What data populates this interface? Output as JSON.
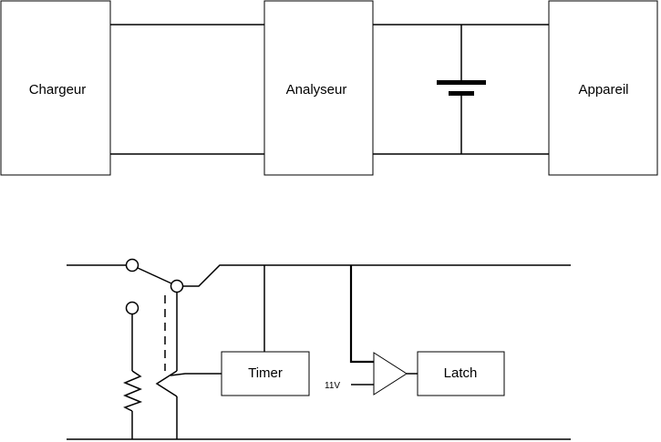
{
  "top_diagram": {
    "charger_label": "Chargeur",
    "analyzer_label": "Analyseur",
    "device_label": "Appareil"
  },
  "bottom_circuit": {
    "timer_label": "Timer",
    "latch_label": "Latch",
    "reference_voltage_label": "11V"
  }
}
